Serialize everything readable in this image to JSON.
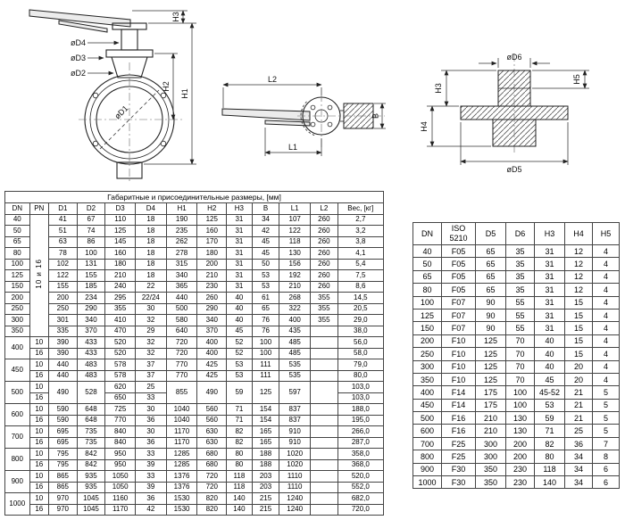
{
  "drawings": {
    "front": {
      "d4": "øD4",
      "d3": "øD3",
      "d2": "øD2",
      "d1": "øD1",
      "h1": "H1",
      "h2": "H2",
      "h3": "H3"
    },
    "top": {
      "l2": "L2",
      "l1": "L1",
      "b": "B"
    },
    "section": {
      "d6": "øD6",
      "d5": "øD5",
      "h3": "H3",
      "h4": "H4",
      "h5": "H5"
    }
  },
  "left_table": {
    "title": "Габаритные и присоединительные размеры, [мм]",
    "headers": [
      "DN",
      "PN",
      "D1",
      "D2",
      "D3",
      "D4",
      "H1",
      "H2",
      "H3",
      "B",
      "L1",
      "L2",
      "Вес, [кг]"
    ],
    "rows": [
      [
        {
          "t": "40"
        },
        {
          "t": "10 и 16",
          "rs": 11,
          "cls": "pn-vert"
        },
        {
          "t": "41"
        },
        {
          "t": "67"
        },
        {
          "t": "110"
        },
        {
          "t": "18"
        },
        {
          "t": "190"
        },
        {
          "t": "125"
        },
        {
          "t": "31"
        },
        {
          "t": "34"
        },
        {
          "t": "107"
        },
        {
          "t": "260"
        },
        {
          "t": "2,7"
        }
      ],
      [
        {
          "t": "50"
        },
        {
          "t": "51"
        },
        {
          "t": "74"
        },
        {
          "t": "125"
        },
        {
          "t": "18"
        },
        {
          "t": "235"
        },
        {
          "t": "160"
        },
        {
          "t": "31"
        },
        {
          "t": "42"
        },
        {
          "t": "122"
        },
        {
          "t": "260"
        },
        {
          "t": "3,2"
        }
      ],
      [
        {
          "t": "65"
        },
        {
          "t": "63"
        },
        {
          "t": "86"
        },
        {
          "t": "145"
        },
        {
          "t": "18"
        },
        {
          "t": "262"
        },
        {
          "t": "170"
        },
        {
          "t": "31"
        },
        {
          "t": "45"
        },
        {
          "t": "118"
        },
        {
          "t": "260"
        },
        {
          "t": "3,8"
        }
      ],
      [
        {
          "t": "80"
        },
        {
          "t": "78"
        },
        {
          "t": "100"
        },
        {
          "t": "160"
        },
        {
          "t": "18"
        },
        {
          "t": "278"
        },
        {
          "t": "180"
        },
        {
          "t": "31"
        },
        {
          "t": "45"
        },
        {
          "t": "130"
        },
        {
          "t": "260"
        },
        {
          "t": "4,1"
        }
      ],
      [
        {
          "t": "100"
        },
        {
          "t": "102"
        },
        {
          "t": "131"
        },
        {
          "t": "180"
        },
        {
          "t": "18"
        },
        {
          "t": "315"
        },
        {
          "t": "200"
        },
        {
          "t": "31"
        },
        {
          "t": "50"
        },
        {
          "t": "156"
        },
        {
          "t": "260"
        },
        {
          "t": "5,4"
        }
      ],
      [
        {
          "t": "125"
        },
        {
          "t": "122"
        },
        {
          "t": "155"
        },
        {
          "t": "210"
        },
        {
          "t": "18"
        },
        {
          "t": "340"
        },
        {
          "t": "210"
        },
        {
          "t": "31"
        },
        {
          "t": "53"
        },
        {
          "t": "192"
        },
        {
          "t": "260"
        },
        {
          "t": "7,5"
        }
      ],
      [
        {
          "t": "150"
        },
        {
          "t": "155"
        },
        {
          "t": "185"
        },
        {
          "t": "240"
        },
        {
          "t": "22"
        },
        {
          "t": "365"
        },
        {
          "t": "230"
        },
        {
          "t": "31"
        },
        {
          "t": "53"
        },
        {
          "t": "210"
        },
        {
          "t": "260"
        },
        {
          "t": "8,6"
        }
      ],
      [
        {
          "t": "200"
        },
        {
          "t": "200"
        },
        {
          "t": "234"
        },
        {
          "t": "295"
        },
        {
          "t": "22/24"
        },
        {
          "t": "440"
        },
        {
          "t": "260"
        },
        {
          "t": "40"
        },
        {
          "t": "61"
        },
        {
          "t": "268"
        },
        {
          "t": "355"
        },
        {
          "t": "14,5"
        }
      ],
      [
        {
          "t": "250"
        },
        {
          "t": "250"
        },
        {
          "t": "290"
        },
        {
          "t": "355"
        },
        {
          "t": "30"
        },
        {
          "t": "500"
        },
        {
          "t": "290"
        },
        {
          "t": "40"
        },
        {
          "t": "65"
        },
        {
          "t": "322"
        },
        {
          "t": "355"
        },
        {
          "t": "20,5"
        }
      ],
      [
        {
          "t": "300"
        },
        {
          "t": "301"
        },
        {
          "t": "340"
        },
        {
          "t": "410"
        },
        {
          "t": "32"
        },
        {
          "t": "580"
        },
        {
          "t": "340"
        },
        {
          "t": "40"
        },
        {
          "t": "76"
        },
        {
          "t": "400"
        },
        {
          "t": "355"
        },
        {
          "t": "29,0"
        }
      ],
      [
        {
          "t": "350"
        },
        {
          "t": "335"
        },
        {
          "t": "370"
        },
        {
          "t": "470"
        },
        {
          "t": "29"
        },
        {
          "t": "640"
        },
        {
          "t": "370"
        },
        {
          "t": "45"
        },
        {
          "t": "76"
        },
        {
          "t": "435"
        },
        {
          "t": ""
        },
        {
          "t": "38,0"
        }
      ],
      [
        {
          "t": "400",
          "rs": 2
        },
        {
          "t": "10"
        },
        {
          "t": "390"
        },
        {
          "t": "433"
        },
        {
          "t": "520"
        },
        {
          "t": "32"
        },
        {
          "t": "720"
        },
        {
          "t": "400"
        },
        {
          "t": "52"
        },
        {
          "t": "100"
        },
        {
          "t": "485"
        },
        {
          "t": ""
        },
        {
          "t": "56,0"
        }
      ],
      [
        {
          "t": "16"
        },
        {
          "t": "390"
        },
        {
          "t": "433"
        },
        {
          "t": "520"
        },
        {
          "t": "32"
        },
        {
          "t": "720"
        },
        {
          "t": "400"
        },
        {
          "t": "52"
        },
        {
          "t": "100"
        },
        {
          "t": "485"
        },
        {
          "t": ""
        },
        {
          "t": "58,0"
        }
      ],
      [
        {
          "t": "450",
          "rs": 2
        },
        {
          "t": "10"
        },
        {
          "t": "440"
        },
        {
          "t": "483"
        },
        {
          "t": "578"
        },
        {
          "t": "37"
        },
        {
          "t": "770"
        },
        {
          "t": "425"
        },
        {
          "t": "53"
        },
        {
          "t": "111"
        },
        {
          "t": "535"
        },
        {
          "t": ""
        },
        {
          "t": "79,0"
        }
      ],
      [
        {
          "t": "16"
        },
        {
          "t": "440"
        },
        {
          "t": "483"
        },
        {
          "t": "578"
        },
        {
          "t": "37"
        },
        {
          "t": "770"
        },
        {
          "t": "425"
        },
        {
          "t": "53"
        },
        {
          "t": "111"
        },
        {
          "t": "535"
        },
        {
          "t": ""
        },
        {
          "t": "80,0"
        }
      ],
      [
        {
          "t": "500",
          "rs": 2
        },
        {
          "t": "10"
        },
        {
          "t": "490",
          "rs": 2
        },
        {
          "t": "528",
          "rs": 2
        },
        {
          "t": "620"
        },
        {
          "t": "25"
        },
        {
          "t": "855",
          "rs": 2
        },
        {
          "t": "490",
          "rs": 2
        },
        {
          "t": "59",
          "rs": 2
        },
        {
          "t": "125",
          "rs": 2
        },
        {
          "t": "597",
          "rs": 2
        },
        {
          "t": "",
          "rs": 2
        },
        {
          "t": "103,0"
        }
      ],
      [
        {
          "t": "16"
        },
        {
          "t": "650"
        },
        {
          "t": "33"
        },
        {
          "t": "103,0"
        }
      ],
      [
        {
          "t": "600",
          "rs": 2
        },
        {
          "t": "10"
        },
        {
          "t": "590"
        },
        {
          "t": "648"
        },
        {
          "t": "725"
        },
        {
          "t": "30"
        },
        {
          "t": "1040"
        },
        {
          "t": "560"
        },
        {
          "t": "71"
        },
        {
          "t": "154"
        },
        {
          "t": "837"
        },
        {
          "t": ""
        },
        {
          "t": "188,0"
        }
      ],
      [
        {
          "t": "16"
        },
        {
          "t": "590"
        },
        {
          "t": "648"
        },
        {
          "t": "770"
        },
        {
          "t": "36"
        },
        {
          "t": "1040"
        },
        {
          "t": "560"
        },
        {
          "t": "71"
        },
        {
          "t": "154"
        },
        {
          "t": "837"
        },
        {
          "t": ""
        },
        {
          "t": "195,0"
        }
      ],
      [
        {
          "t": "700",
          "rs": 2
        },
        {
          "t": "10"
        },
        {
          "t": "695"
        },
        {
          "t": "735"
        },
        {
          "t": "840"
        },
        {
          "t": "30"
        },
        {
          "t": "1170"
        },
        {
          "t": "630"
        },
        {
          "t": "82"
        },
        {
          "t": "165"
        },
        {
          "t": "910"
        },
        {
          "t": ""
        },
        {
          "t": "266,0"
        }
      ],
      [
        {
          "t": "16"
        },
        {
          "t": "695"
        },
        {
          "t": "735"
        },
        {
          "t": "840"
        },
        {
          "t": "36"
        },
        {
          "t": "1170"
        },
        {
          "t": "630"
        },
        {
          "t": "82"
        },
        {
          "t": "165"
        },
        {
          "t": "910"
        },
        {
          "t": ""
        },
        {
          "t": "287,0"
        }
      ],
      [
        {
          "t": "800",
          "rs": 2
        },
        {
          "t": "10"
        },
        {
          "t": "795"
        },
        {
          "t": "842"
        },
        {
          "t": "950"
        },
        {
          "t": "33"
        },
        {
          "t": "1285"
        },
        {
          "t": "680"
        },
        {
          "t": "80"
        },
        {
          "t": "188"
        },
        {
          "t": "1020"
        },
        {
          "t": ""
        },
        {
          "t": "358,0"
        }
      ],
      [
        {
          "t": "16"
        },
        {
          "t": "795"
        },
        {
          "t": "842"
        },
        {
          "t": "950"
        },
        {
          "t": "39"
        },
        {
          "t": "1285"
        },
        {
          "t": "680"
        },
        {
          "t": "80"
        },
        {
          "t": "188"
        },
        {
          "t": "1020"
        },
        {
          "t": ""
        },
        {
          "t": "368,0"
        }
      ],
      [
        {
          "t": "900",
          "rs": 2
        },
        {
          "t": "10"
        },
        {
          "t": "865"
        },
        {
          "t": "935"
        },
        {
          "t": "1050"
        },
        {
          "t": "33"
        },
        {
          "t": "1376"
        },
        {
          "t": "720"
        },
        {
          "t": "118"
        },
        {
          "t": "203"
        },
        {
          "t": "1110"
        },
        {
          "t": ""
        },
        {
          "t": "520,0"
        }
      ],
      [
        {
          "t": "16"
        },
        {
          "t": "865"
        },
        {
          "t": "935"
        },
        {
          "t": "1050"
        },
        {
          "t": "39"
        },
        {
          "t": "1376"
        },
        {
          "t": "720"
        },
        {
          "t": "118"
        },
        {
          "t": "203"
        },
        {
          "t": "1110"
        },
        {
          "t": ""
        },
        {
          "t": "552,0"
        }
      ],
      [
        {
          "t": "1000",
          "rs": 2
        },
        {
          "t": "10"
        },
        {
          "t": "970"
        },
        {
          "t": "1045"
        },
        {
          "t": "1160"
        },
        {
          "t": "36"
        },
        {
          "t": "1530"
        },
        {
          "t": "820"
        },
        {
          "t": "140"
        },
        {
          "t": "215"
        },
        {
          "t": "1240"
        },
        {
          "t": ""
        },
        {
          "t": "682,0"
        }
      ],
      [
        {
          "t": "16"
        },
        {
          "t": "970"
        },
        {
          "t": "1045"
        },
        {
          "t": "1170"
        },
        {
          "t": "42"
        },
        {
          "t": "1530"
        },
        {
          "t": "820"
        },
        {
          "t": "140"
        },
        {
          "t": "215"
        },
        {
          "t": "1240"
        },
        {
          "t": ""
        },
        {
          "t": "720,0"
        }
      ]
    ]
  },
  "right_table": {
    "headers": [
      "DN",
      "ISO\n5210",
      "D5",
      "D6",
      "H3",
      "H4",
      "H5"
    ],
    "rows": [
      [
        "40",
        "F05",
        "65",
        "35",
        "31",
        "12",
        "4"
      ],
      [
        "50",
        "F05",
        "65",
        "35",
        "31",
        "12",
        "4"
      ],
      [
        "65",
        "F05",
        "65",
        "35",
        "31",
        "12",
        "4"
      ],
      [
        "80",
        "F05",
        "65",
        "35",
        "31",
        "12",
        "4"
      ],
      [
        "100",
        "F07",
        "90",
        "55",
        "31",
        "15",
        "4"
      ],
      [
        "125",
        "F07",
        "90",
        "55",
        "31",
        "15",
        "4"
      ],
      [
        "150",
        "F07",
        "90",
        "55",
        "31",
        "15",
        "4"
      ],
      [
        "200",
        "F10",
        "125",
        "70",
        "40",
        "15",
        "4"
      ],
      [
        "250",
        "F10",
        "125",
        "70",
        "40",
        "15",
        "4"
      ],
      [
        "300",
        "F10",
        "125",
        "70",
        "40",
        "20",
        "4"
      ],
      [
        "350",
        "F10",
        "125",
        "70",
        "45",
        "20",
        "4"
      ],
      [
        "400",
        "F14",
        "175",
        "100",
        "45-52",
        "21",
        "5"
      ],
      [
        "450",
        "F14",
        "175",
        "100",
        "53",
        "21",
        "5"
      ],
      [
        "500",
        "F16",
        "210",
        "130",
        "59",
        "21",
        "5"
      ],
      [
        "600",
        "F16",
        "210",
        "130",
        "71",
        "25",
        "5"
      ],
      [
        "700",
        "F25",
        "300",
        "200",
        "82",
        "36",
        "7"
      ],
      [
        "800",
        "F25",
        "300",
        "200",
        "80",
        "34",
        "8"
      ],
      [
        "900",
        "F30",
        "350",
        "230",
        "118",
        "34",
        "6"
      ],
      [
        "1000",
        "F30",
        "350",
        "230",
        "140",
        "34",
        "6"
      ]
    ]
  }
}
